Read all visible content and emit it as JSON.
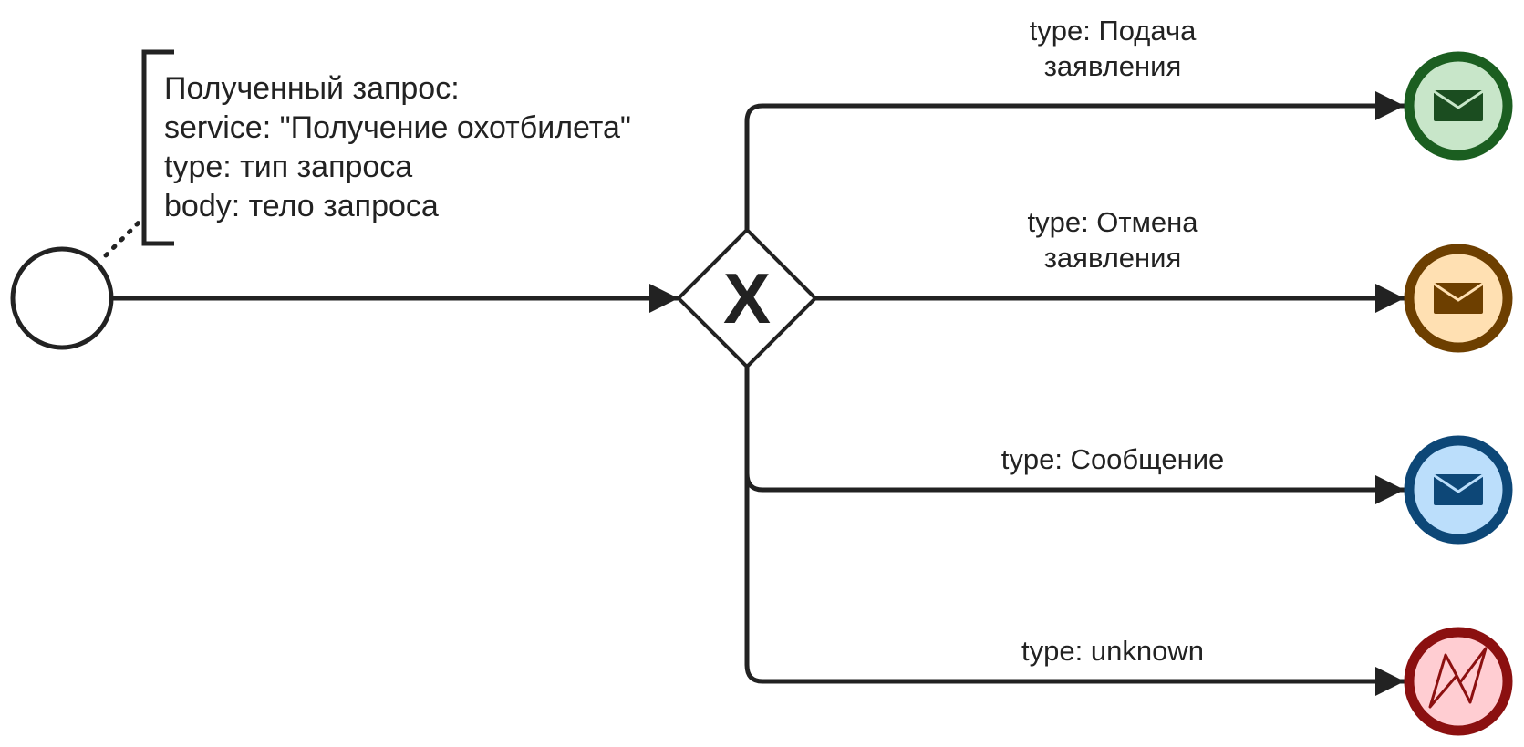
{
  "annotation": {
    "lines": [
      "Полученный запрос:",
      "service: \"Получение охотбилета\"",
      "type: тип запроса",
      "body: тело запроса"
    ]
  },
  "gateway": {
    "type": "exclusive",
    "marker": "X"
  },
  "flows": [
    {
      "label_lines": [
        "type: Подача",
        "заявления"
      ],
      "end_event": {
        "icon": "envelope-icon",
        "fill": "#c8e6c9",
        "stroke": "#1b5e20",
        "glyph": "#1b4d20"
      }
    },
    {
      "label_lines": [
        "type: Отмена",
        "заявления"
      ],
      "end_event": {
        "icon": "envelope-icon",
        "fill": "#ffe0b2",
        "stroke": "#6d3f00",
        "glyph": "#6d3f00"
      }
    },
    {
      "label_lines": [
        "type: Сообщение"
      ],
      "end_event": {
        "icon": "envelope-icon",
        "fill": "#bbdefb",
        "stroke": "#0d4777",
        "glyph": "#0d4777"
      }
    },
    {
      "label_lines": [
        "type: unknown"
      ],
      "end_event": {
        "icon": "lightning-icon",
        "fill": "#ffcdd2",
        "stroke": "#8b1010",
        "glyph": "#8b1010"
      }
    }
  ]
}
